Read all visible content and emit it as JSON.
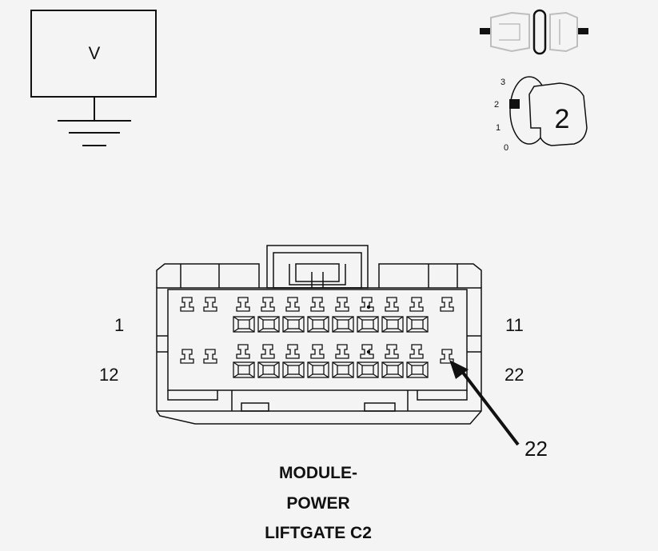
{
  "voltmeter": {
    "symbol": "V"
  },
  "ignition_key": {
    "positions": [
      "3",
      "2",
      "1",
      "0"
    ],
    "selected": "2"
  },
  "connector": {
    "pin_labels": {
      "top_left": "1",
      "top_right": "11",
      "bottom_left": "12",
      "bottom_right": "22"
    },
    "callout": "22",
    "caption_lines": [
      "MODULE-",
      "POWER",
      "LIFTGATE C2"
    ]
  },
  "colors": {
    "line": "#111111",
    "background": "#f4f4f4",
    "ghost": "#bdbdbd"
  }
}
